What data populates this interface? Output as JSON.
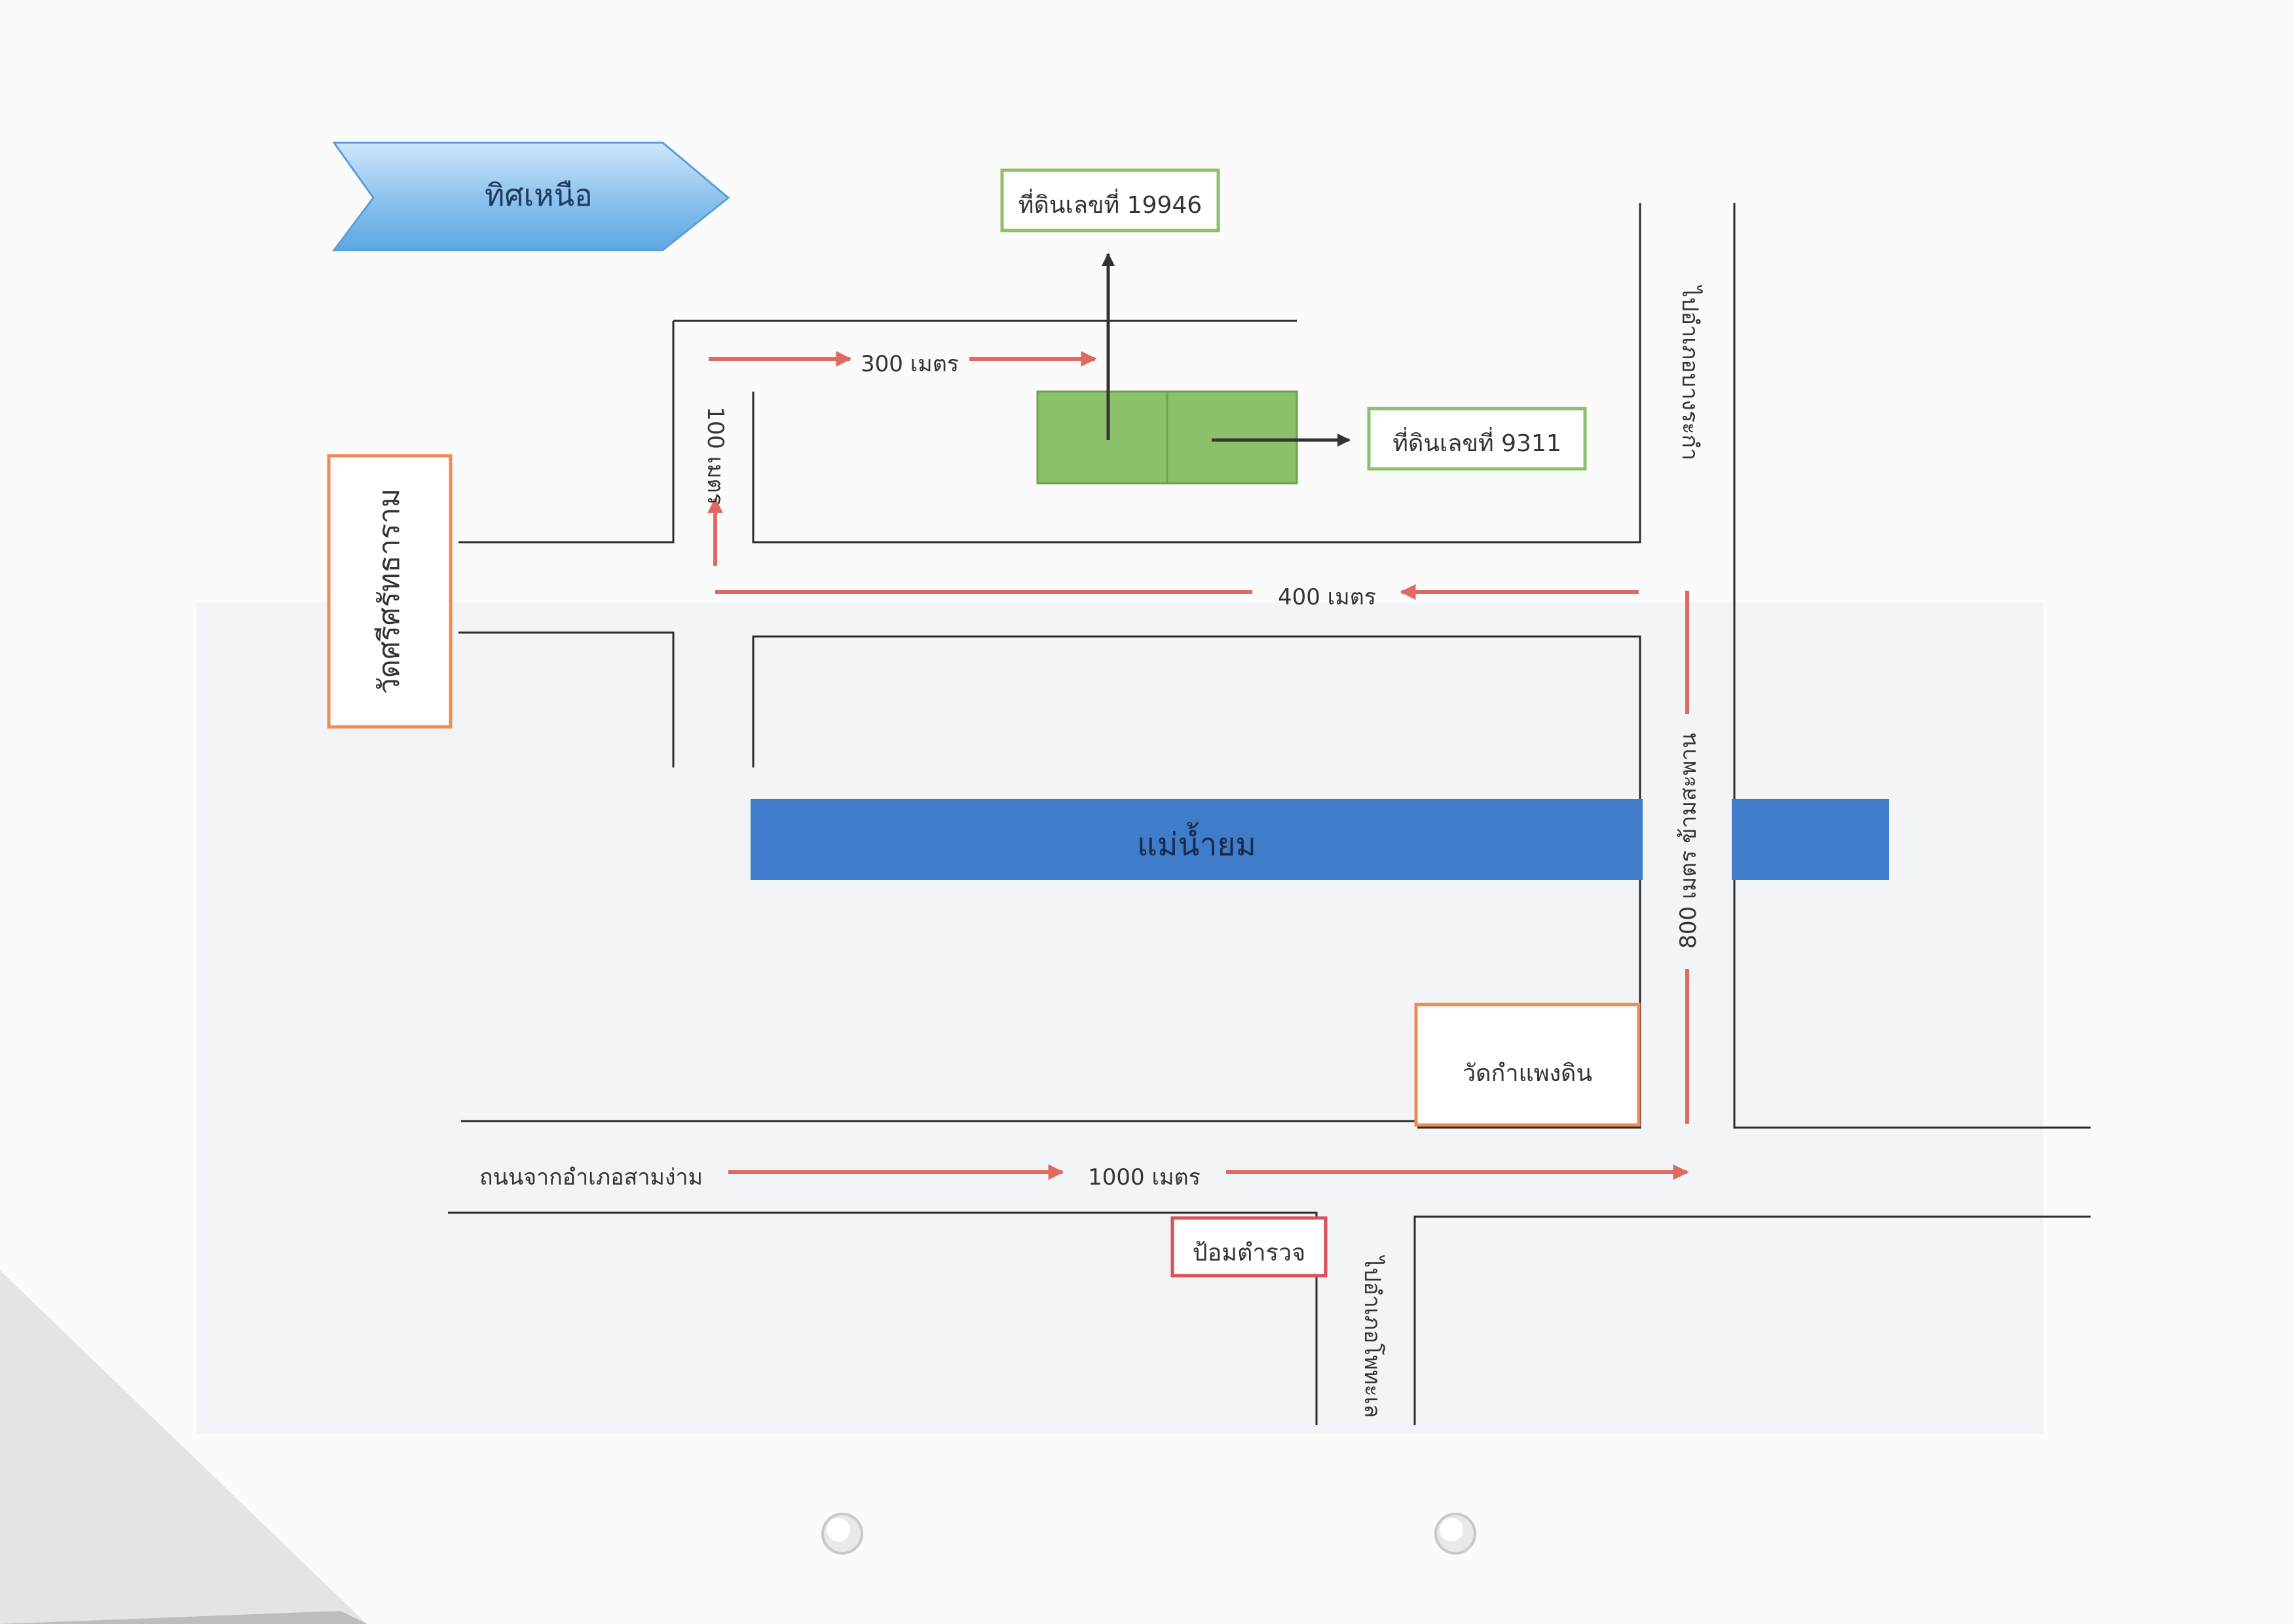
{
  "map": {
    "north_label": "ทิศเหนือ",
    "plots": {
      "plot_a": "ที่ดินเลขที่ 19946",
      "plot_b": "ที่ดินเลขที่ 9311"
    },
    "landmarks": {
      "temple_west": "วัดศรีศรัทธาราม",
      "temple_south": "วัดกำแพงดิน",
      "police_box": "ป้อมตำรวจ"
    },
    "river": "แม่น้ำยม",
    "distances": {
      "d300": "300 เมตร",
      "d100": "100 เมตร",
      "d400": "400 เมตร",
      "d800": "800 เมตร ข้ามสะพาน",
      "d1000": "1000 เมตร"
    },
    "roads": {
      "from_sam_ngam": "ถนนจากอำเภอสามง่าม",
      "to_bang_rakam": "ไปอำเภอบางระกำ",
      "to_pho_thale": "ไปอำเภอโพทะเล"
    },
    "colors": {
      "route_arrow": "#e06a63",
      "river": "#3f7cc9",
      "plot_fill": "#8cc06a",
      "plot_border": "#6aa44a",
      "landmark_border": "#f08a52",
      "police_border": "#d9505a",
      "north_marker": "#8fc4ee"
    }
  }
}
